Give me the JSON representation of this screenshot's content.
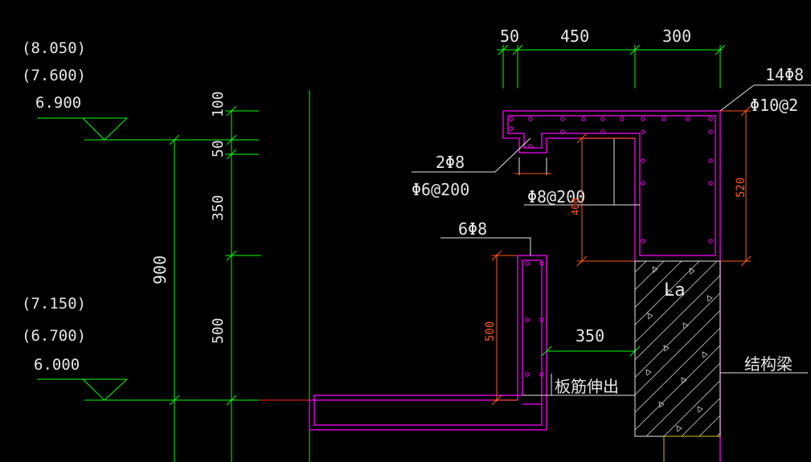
{
  "labels": {
    "elev_8050": "(8.050)",
    "elev_7600": "(7.600)",
    "elev_6900": "6.900",
    "elev_7150": "(7.150)",
    "elev_6700": "(6.700)",
    "elev_6000": "6.000",
    "dim_100": "100",
    "dim_50_left": "50",
    "dim_350_left": "350",
    "dim_500_left": "500",
    "dim_900": "900",
    "dim_50_top": "50",
    "dim_450_top": "450",
    "dim_300_top": "300",
    "rebar_14phi8": "14Φ8",
    "rebar_phi10": "Φ10@2",
    "rebar_2phi8": "2Φ8",
    "rebar_phi6": "Φ6@200",
    "rebar_phi8_200": "Φ8@200",
    "rebar_6phi8": "6Φ8",
    "dim_520": "520",
    "dim_400": "400",
    "dim_500_red": "500",
    "dim_350_mid": "350",
    "anchor_la": "La",
    "slab_rebar_note": "板筋伸出",
    "structural_beam": "结构梁"
  },
  "colors": {
    "background": "#000000",
    "dimension_lines": "#00ff00",
    "concrete_outline": "#ff00ff",
    "text": "#e6e6e6",
    "red_dimensions": "#ff5a1a"
  }
}
